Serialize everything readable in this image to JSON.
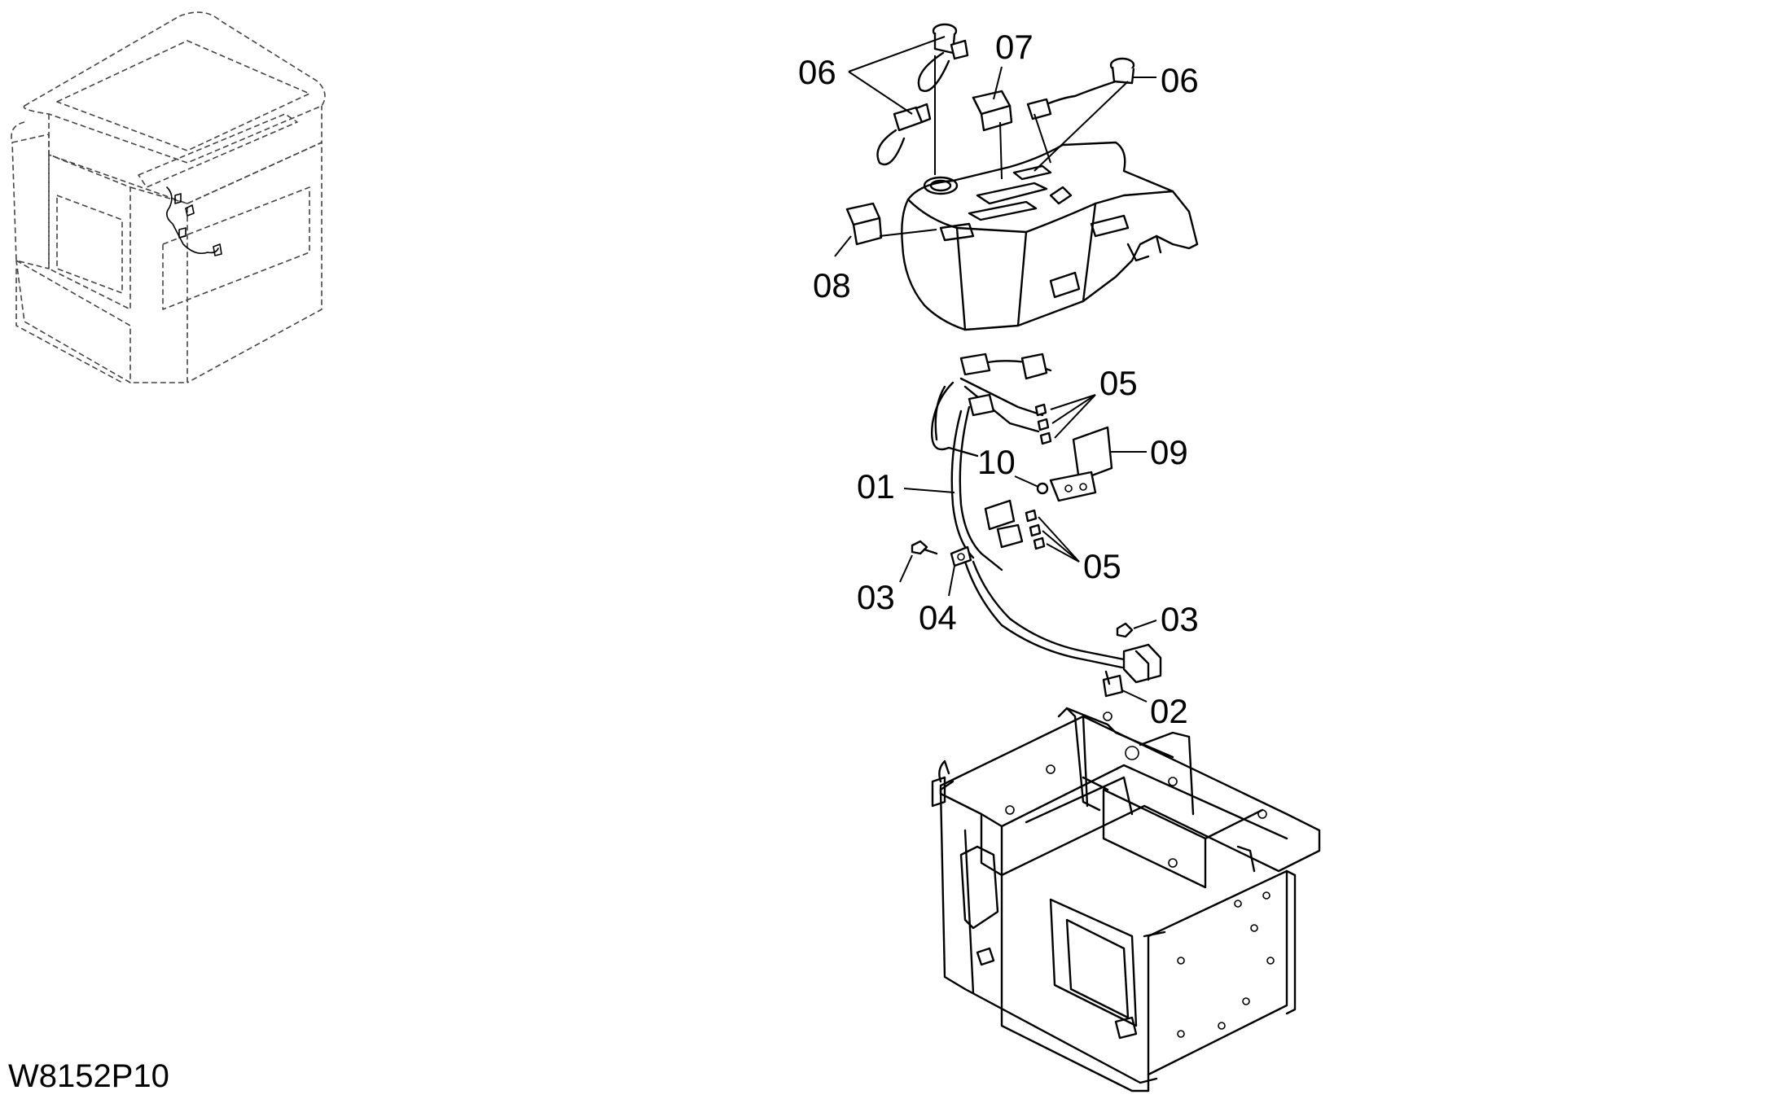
{
  "drawing": {
    "code": "W8152P10"
  },
  "callouts": {
    "c06_left": "06",
    "c07": "07",
    "c06_right": "06",
    "c08": "08",
    "c05_upper": "05",
    "c09": "09",
    "c10": "10",
    "c01": "01",
    "c05_lower": "05",
    "c03_left": "03",
    "c04": "04",
    "c03_right": "03",
    "c02": "02"
  }
}
